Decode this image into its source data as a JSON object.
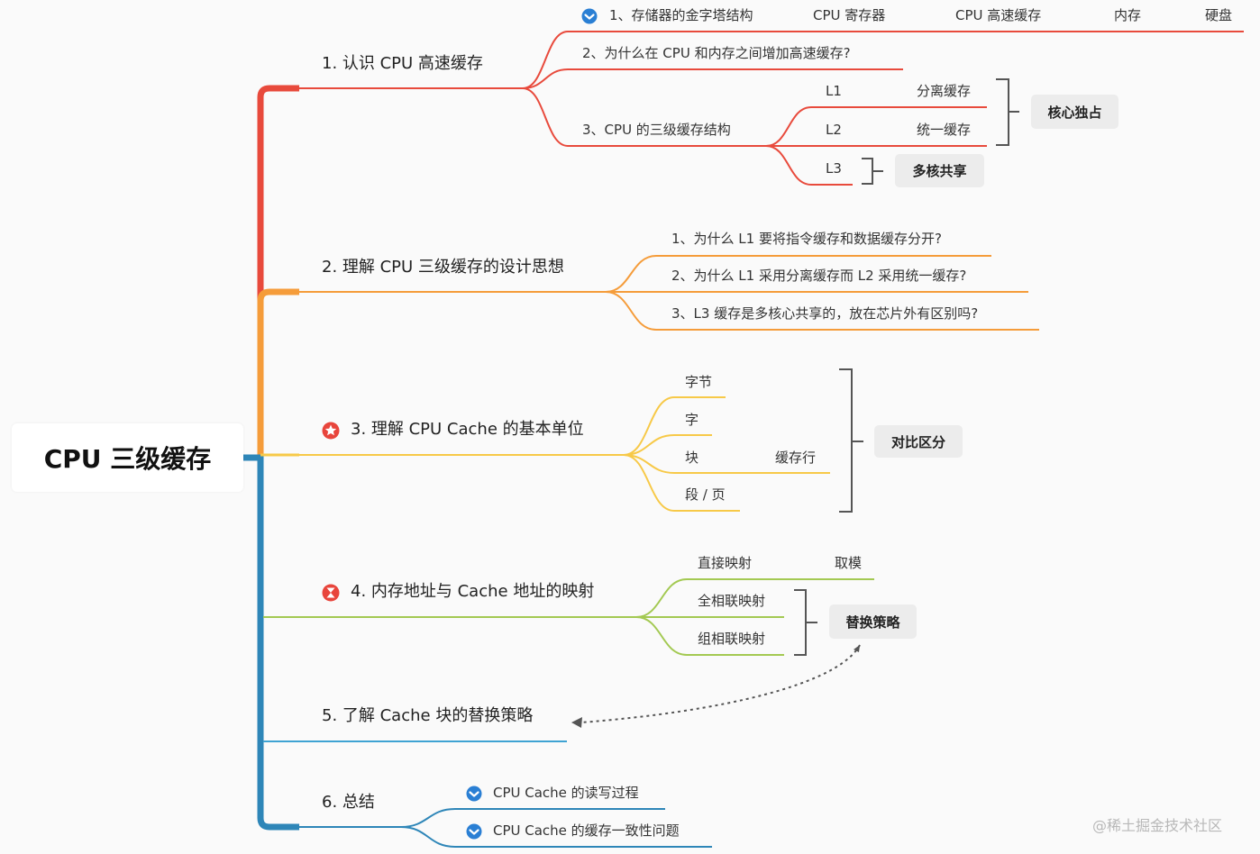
{
  "root": {
    "title": "CPU 三级缓存"
  },
  "branches": [
    {
      "label": "1. 认识 CPU 高速缓存",
      "color": "#e84a3c",
      "children": [
        {
          "label": "1、存储器的金字塔结构",
          "icon": "chevron-circle-icon",
          "children": [
            "CPU 寄存器",
            "CPU 高速缓存",
            "内存",
            "硬盘"
          ]
        },
        {
          "label": "2、为什么在 CPU 和内存之间增加高速缓存?"
        },
        {
          "label": "3、CPU 的三级缓存结构",
          "children": [
            {
              "label": "L1",
              "detail": "分离缓存"
            },
            {
              "label": "L2",
              "detail": "统一缓存"
            },
            {
              "label": "L3"
            }
          ]
        }
      ],
      "summaries": [
        "核心独占",
        "多核共享"
      ]
    },
    {
      "label": "2. 理解 CPU 三级缓存的设计思想",
      "color": "#f59c3a",
      "children": [
        "1、为什么 L1 要将指令缓存和数据缓存分开?",
        "2、为什么 L1 采用分离缓存而 L2 采用统一缓存?",
        "3、L3 缓存是多核心共享的，放在芯片外有区别吗?"
      ]
    },
    {
      "label": "3. 理解 CPU Cache 的基本单位",
      "color": "#f7c948",
      "icon": "star-badge-icon",
      "children": [
        {
          "label": "字节"
        },
        {
          "label": "字"
        },
        {
          "label": "块",
          "detail": "缓存行"
        },
        {
          "label": "段 / 页"
        }
      ],
      "summary": "对比区分"
    },
    {
      "label": "4. 内存地址与 Cache 地址的映射",
      "color": "#a3c952",
      "icon": "hourglass-badge-icon",
      "children": [
        {
          "label": "直接映射",
          "detail": "取模"
        },
        {
          "label": "全相联映射"
        },
        {
          "label": "组相联映射"
        }
      ],
      "summary": "替换策略"
    },
    {
      "label": "5. 了解 Cache 块的替换策略",
      "color": "#3fa3d3"
    },
    {
      "label": "6. 总结",
      "color": "#2e86b8",
      "children": [
        {
          "label": "CPU Cache 的读写过程",
          "icon": "chevron-circle-icon"
        },
        {
          "label": "CPU Cache 的缓存一致性问题",
          "icon": "chevron-circle-icon"
        }
      ]
    }
  ],
  "watermark": "@稀土掘金技术社区"
}
